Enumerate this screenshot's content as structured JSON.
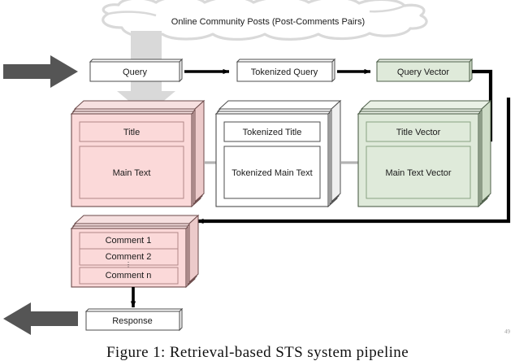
{
  "figure": {
    "caption": "Figure 1: Retrieval-based STS system pipeline",
    "page_marker": "49",
    "colors": {
      "pink_fill": "#fbd9d9",
      "pink_border": "#6b4a4a",
      "pink_edge": "#e9bcbc",
      "green_fill": "#dfeada",
      "green_border": "#4e5f4a",
      "green_edge": "#c8d7c1",
      "white_fill": "#ffffff",
      "box_border": "#4d4d4d",
      "cloud_stroke": "#d9d9d9",
      "grey_arrow": "#555555",
      "soft_arrow": "#b3b3b3",
      "black_arrow": "#000000",
      "text": "#1a1a1a"
    }
  },
  "cloud": {
    "label": "Online Community Posts (Post-Comments Pairs)"
  },
  "query_row": {
    "query": "Query",
    "tokenized_query": "Tokenized Query",
    "query_vector": "Query Vector"
  },
  "post_stack": {
    "title": "Title",
    "main_text": "Main Text"
  },
  "tokenized_stack": {
    "title": "Tokenized Title",
    "main_text": "Tokenized Main Text"
  },
  "vector_stack": {
    "title": "Title Vector",
    "main_text": "Main Text Vector"
  },
  "comments_stack": {
    "items": [
      "Comment 1",
      "Comment 2",
      "Comment n"
    ],
    "ellipsis": "⋮"
  },
  "response": {
    "label": "Response"
  },
  "flow_arrows": {
    "input_arrow": "input-block-arrow",
    "output_arrow": "output-block-arrow",
    "cloud_down_arrow": "cloud-to-post-arrow"
  }
}
